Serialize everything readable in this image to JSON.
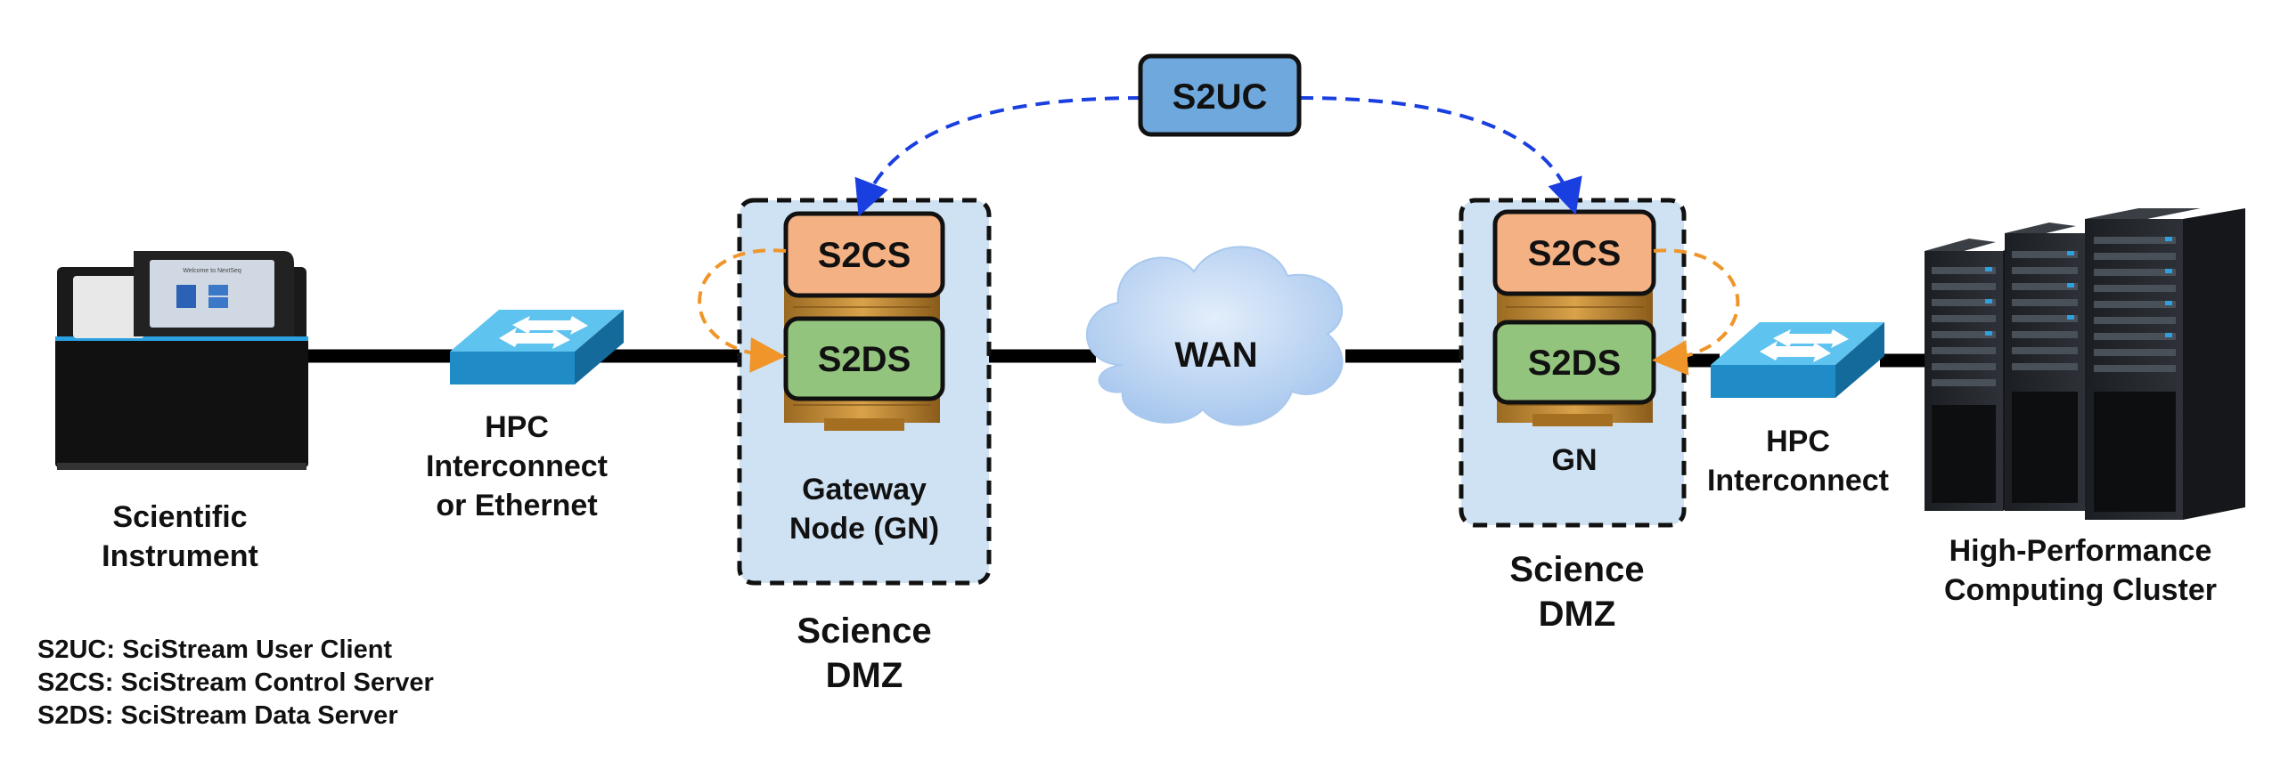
{
  "controller": {
    "label": "S2UC"
  },
  "gateway_left": {
    "control_server": "S2CS",
    "data_server": "S2DS",
    "node_label_line1": "Gateway",
    "node_label_line2": "Node (GN)",
    "zone_line1": "Science",
    "zone_line2": "DMZ"
  },
  "gateway_right": {
    "control_server": "S2CS",
    "data_server": "S2DS",
    "node_label": "GN",
    "zone_line1": "Science",
    "zone_line2": "DMZ"
  },
  "wan": {
    "label": "WAN"
  },
  "instrument": {
    "line1": "Scientific",
    "line2": "Instrument",
    "screen_text": "Welcome to NextSeq"
  },
  "switch_left": {
    "line1": "HPC",
    "line2": "Interconnect",
    "line3": "or Ethernet"
  },
  "switch_right": {
    "line1": "HPC",
    "line2": "Interconnect"
  },
  "cluster": {
    "line1": "High-Performance",
    "line2": "Computing Cluster"
  },
  "legend": [
    "S2UC: SciStream User Client",
    "S2CS: SciStream Control Server",
    "S2DS: SciStream Data Server"
  ],
  "colors": {
    "controller_fill": "#6fa8dc",
    "control_server_fill": "#f4b183",
    "data_server_fill": "#93c47d",
    "dmz_fill": "#cfe2f3",
    "control_arrow": "#1a3fe0",
    "data_arrow": "#f0952a",
    "cloud": "#b9d3f2",
    "switch": "#2b9fd8"
  }
}
